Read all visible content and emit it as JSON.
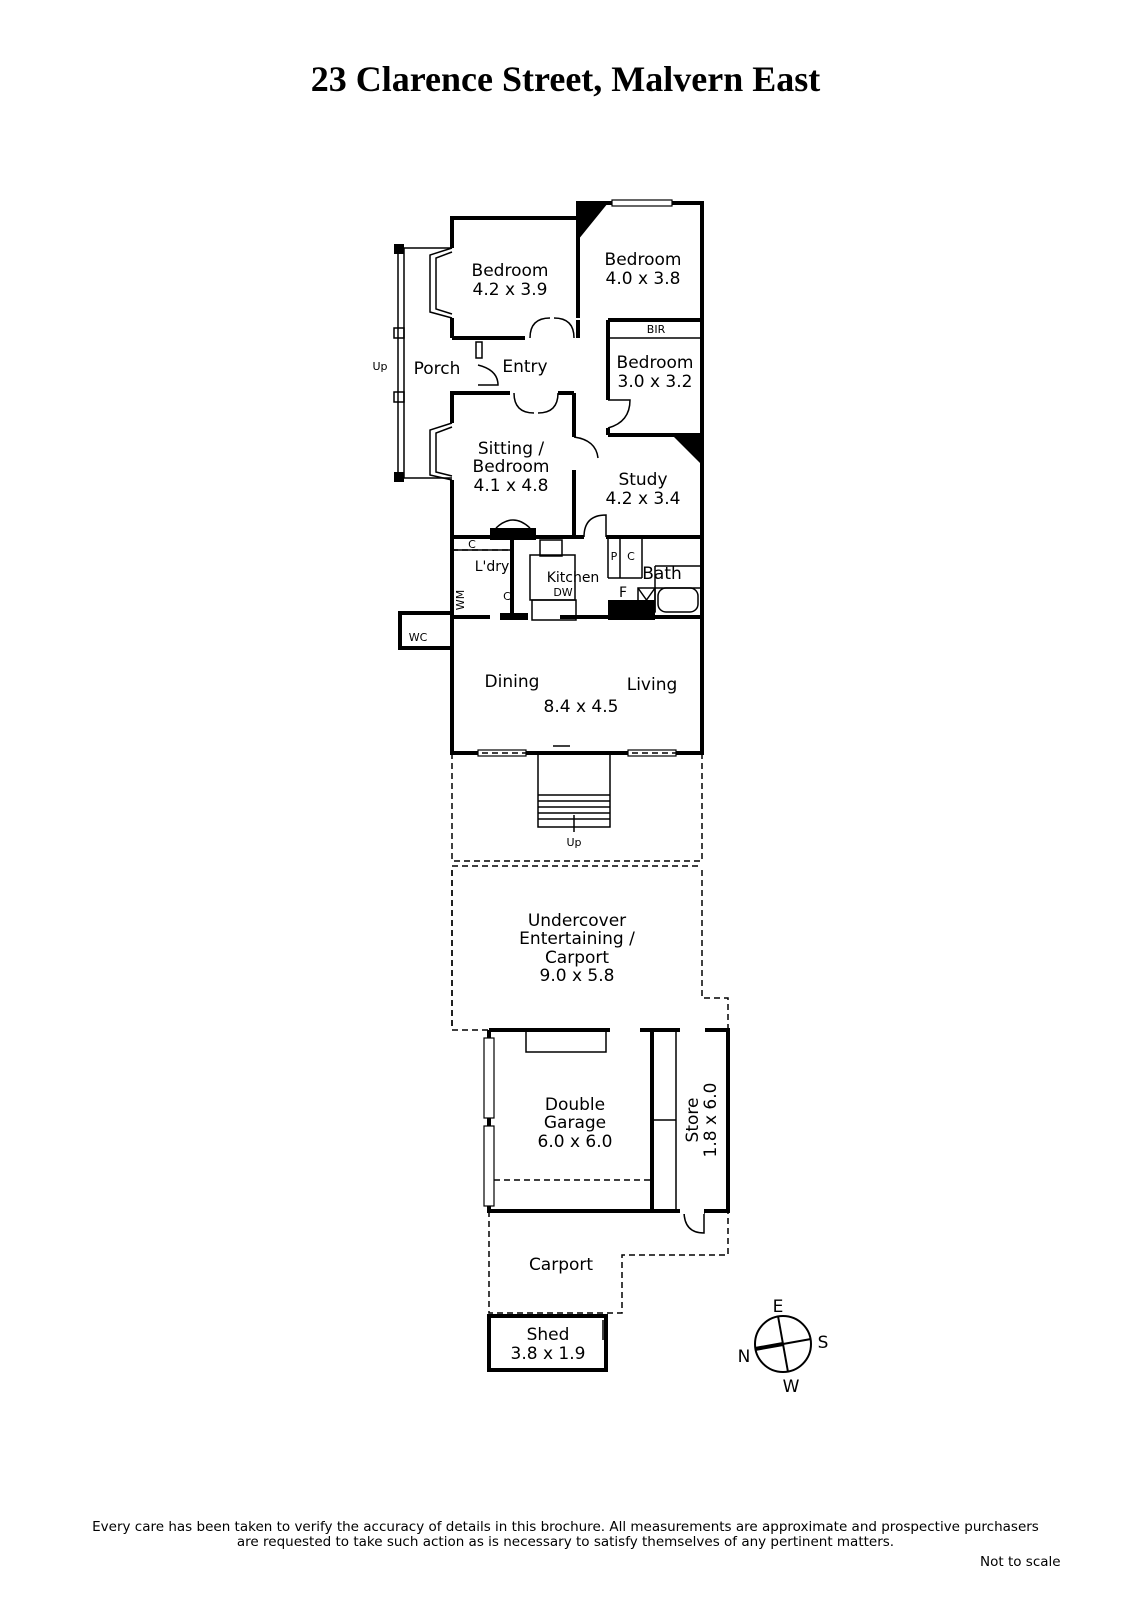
{
  "title": "23 Clarence Street, Malvern East",
  "rooms": {
    "bedroom1": {
      "name": "Bedroom",
      "size": "4.2 x 3.9"
    },
    "bedroom2": {
      "name": "Bedroom",
      "size": "4.0 x 3.8"
    },
    "bedroom3": {
      "name": "Bedroom",
      "size": "3.0 x 3.2"
    },
    "bir": "BIR",
    "porch": "Porch",
    "porch_up": "Up",
    "entry": "Entry",
    "sitting": {
      "line1": "Sitting /",
      "line2": "Bedroom",
      "size": "4.1 x 4.8"
    },
    "study": {
      "name": "Study",
      "size": "4.2 x 3.4"
    },
    "laundry": "L'dry",
    "kitchen": "Kitchen",
    "dw": "DW",
    "wm": "WM",
    "wc": "WC",
    "c": "C",
    "p": "P",
    "f": "F",
    "bath": "Bath",
    "dining": "Dining",
    "living": "Living",
    "dining_size": "8.4 x 4.5",
    "deck_up": "Up",
    "undercover": {
      "line1": "Undercover",
      "line2": "Entertaining /",
      "line3": "Carport",
      "size": "9.0 x 5.8"
    },
    "garage": {
      "line1": "Double",
      "line2": "Garage",
      "size": "6.0 x 6.0"
    },
    "store": {
      "name": "Store",
      "size": "1.8 x 6.0"
    },
    "carport": "Carport",
    "shed": {
      "name": "Shed",
      "size": "3.8 x 1.9"
    }
  },
  "compass": {
    "n": "N",
    "e": "E",
    "s": "S",
    "w": "W"
  },
  "footer": {
    "disclaimer_line1": "Every care has been taken to verify the accuracy of details in this brochure.  All measurements are approximate and prospective purchasers",
    "disclaimer_line2": "are requested to take such action as is necessary to satisfy themselves of any pertinent matters.",
    "not_to_scale": "Not to scale"
  }
}
